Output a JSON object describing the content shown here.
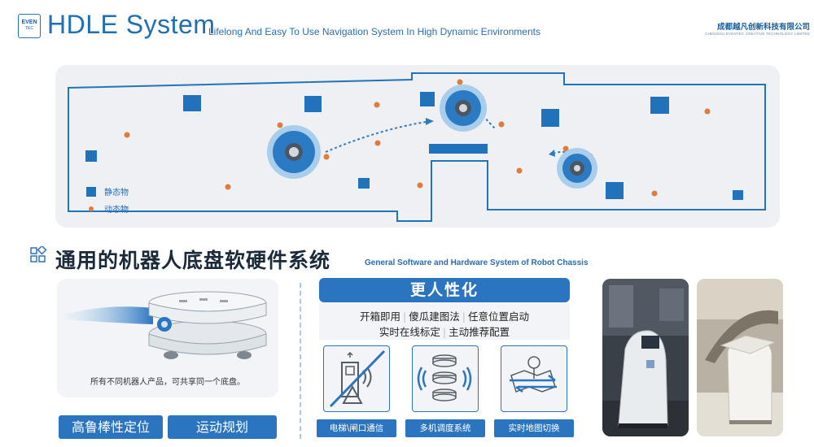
{
  "header": {
    "logo_line1": "EVEN",
    "logo_line2": "TEC",
    "title": "HDLE System",
    "subtitle": "Lifelong And Easy To Use Navigation System In High Dynamic Environments",
    "company_cn": "成都越凡创新科技有限公司",
    "company_en": "CHENGDU EVENTEC CREATIVE TECHNOLOGY LIMITED"
  },
  "map": {
    "legend_static": "静态物",
    "legend_dynamic": "动态物"
  },
  "section": {
    "title": "通用的机器人底盘软硬件系统",
    "subtitle": "General Software and Hardware System of Robot Chassis"
  },
  "chassis": {
    "caption": "所有不同机器人产品，可共享同一个底盘。",
    "btn_robust": "高鲁棒性定位",
    "btn_motion": "运动规划"
  },
  "personalized": {
    "banner": "更人性化",
    "line1": [
      "开箱即用",
      "傻瓜建图法",
      "任意位置启动"
    ],
    "line2": [
      "实时在线标定",
      "主动推荐配置"
    ],
    "cards": [
      {
        "label": "电梯\\闸口通信",
        "icon": "elevator-gate-icon"
      },
      {
        "label": "多机调度系统",
        "icon": "multi-robot-dispatch-icon"
      },
      {
        "label": "实时地图切换",
        "icon": "map-switch-icon"
      }
    ]
  },
  "colors": {
    "primary_blue": "#2b75c0",
    "title_blue": "#1f6fb3",
    "static_obstacle": "#2272bb",
    "dynamic_obstacle": "#e07b3c",
    "panel_gray": "#f2f4f7"
  }
}
